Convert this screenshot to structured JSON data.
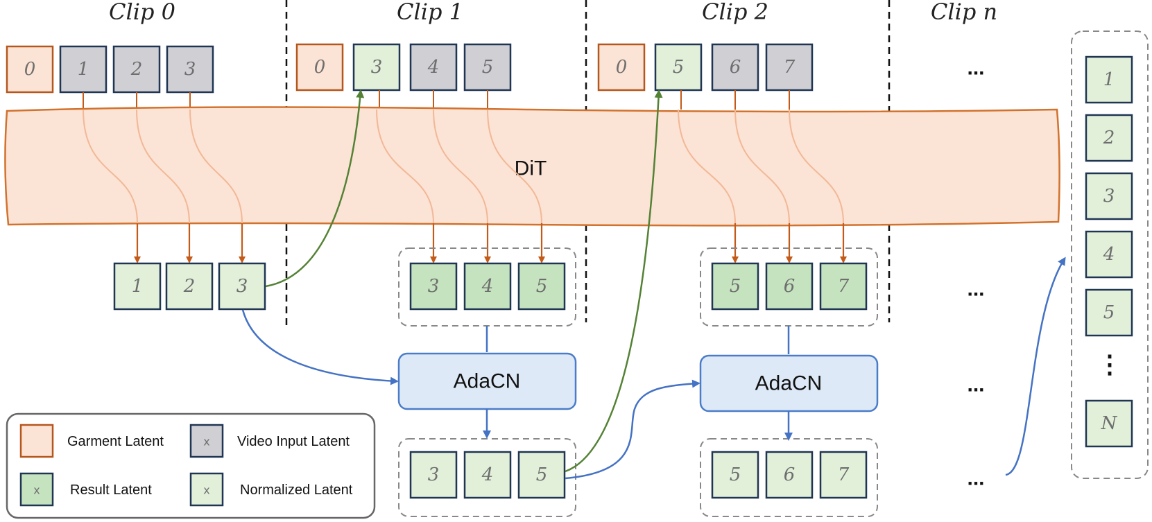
{
  "colors": {
    "garment_fill": "#fbe3d5",
    "garment_stroke": "#b5561d",
    "video_fill": "#cfcfd4",
    "video_stroke": "#1f3552",
    "result_fill": "#c6e3bf",
    "result_stroke": "#1f3552",
    "normalized_fill": "#e2f0da",
    "normalized_stroke": "#1f3552",
    "dit_fill": "#fbe3d5",
    "dit_stroke": "#d2722d",
    "adacn_fill": "#dde9f7",
    "adacn_stroke": "#4a7cc9",
    "orange_arrow": "#c45a18",
    "green_arrow": "#548235",
    "blue_arrow": "#4472c4"
  },
  "clips": [
    {
      "title": "Clip 0",
      "inputs": [
        {
          "label": "0",
          "kind": "garment"
        },
        {
          "label": "1",
          "kind": "video"
        },
        {
          "label": "2",
          "kind": "video"
        },
        {
          "label": "3",
          "kind": "video"
        }
      ],
      "outputs": [
        "1",
        "2",
        "3"
      ]
    },
    {
      "title": "Clip 1",
      "inputs": [
        {
          "label": "0",
          "kind": "garment"
        },
        {
          "label": "3",
          "kind": "normalized"
        },
        {
          "label": "4",
          "kind": "video"
        },
        {
          "label": "5",
          "kind": "video"
        }
      ],
      "outputs": [
        "3",
        "4",
        "5"
      ],
      "normalized": [
        "3",
        "4",
        "5"
      ]
    },
    {
      "title": "Clip 2",
      "inputs": [
        {
          "label": "0",
          "kind": "garment"
        },
        {
          "label": "5",
          "kind": "normalized"
        },
        {
          "label": "6",
          "kind": "video"
        },
        {
          "label": "7",
          "kind": "video"
        }
      ],
      "outputs": [
        "5",
        "6",
        "7"
      ],
      "normalized": [
        "5",
        "6",
        "7"
      ]
    },
    {
      "title": "Clip n"
    }
  ],
  "dit_label": "DiT",
  "adacn_label": "AdaCN",
  "ellipsis": "...",
  "vertical_ellipsis": "⋮",
  "final_column": [
    "1",
    "2",
    "3",
    "4",
    "5",
    "N"
  ],
  "legend": {
    "garment": "Garment Latent",
    "video": "Video Input Latent",
    "result": "Result Latent",
    "normalized": "Normalized Latent",
    "placeholder": "x"
  }
}
